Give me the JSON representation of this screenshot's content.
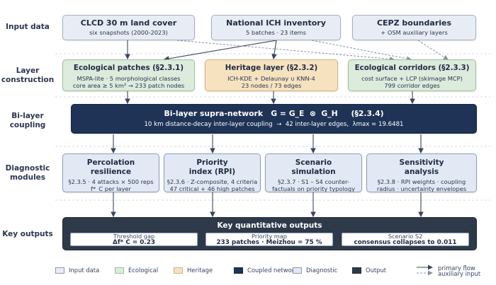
{
  "rows": {
    "input": "Input data",
    "layer": "Layer construction",
    "bilayer": "Bi-layer coupling",
    "diagnostic": "Diagnostic modules",
    "key": "Key outputs"
  },
  "inputs": {
    "clcd": {
      "title": "CLCD 30 m land cover",
      "sub": "six snapshots (2000-2023)"
    },
    "ich": {
      "title": "National ICH inventory",
      "sub": "5 batches · 23 items"
    },
    "cepz": {
      "title": "CEPZ boundaries",
      "sub": "+ OSM auxiliary layers"
    }
  },
  "layers": {
    "eco": {
      "title": "Ecological patches  (§2.3.1)",
      "sub1": "MSPA-lite · 5 morphological classes",
      "sub2": "core area ≥ 5 km²  →  233 patch nodes"
    },
    "her": {
      "title": "Heritage layer  (§2.3.2)",
      "sub1": "ICH-KDE + Delaunay ∪ KNN-4",
      "sub2": "23 nodes  /  73 edges"
    },
    "cor": {
      "title": "Ecological corridors  (§2.3.3)",
      "sub1": "cost surface + LCP (skimage MCP)",
      "sub2": "799 corridor edges"
    }
  },
  "supra": {
    "title": "Bi-layer supra-network   G = G_E  ⊗  G_H     (§2.3.4)",
    "sub": "10 km distance-decay inter-layer coupling  →  42 inter-layer edges,  λmax = 19.6481"
  },
  "diagnostics": [
    {
      "title1": "Percolation",
      "title2": "resilience",
      "sub1": "§2.3.5 · 4 attacks × 500 reps",
      "sub2": "f*_C  per layer"
    },
    {
      "title1": "Priority",
      "title2": "index  (RPI)",
      "sub1": "§2.3.6 · Z-composite, 4 criteria",
      "sub2": "47 critical + 46 high patches"
    },
    {
      "title1": "Scenario",
      "title2": "simulation",
      "sub1": "§2.3.7 · S1 – S4 counter-",
      "sub2": "factuals on priority typology"
    },
    {
      "title1": "Sensitivity",
      "title2": "analysis",
      "sub1": "§2.3.8 · RPI weights · coupling",
      "sub2": "radius · uncertainty envelopes"
    }
  ],
  "outputs": {
    "title": "Key quantitative outputs",
    "items": [
      {
        "label": "Threshold gap",
        "value": "Δf* C = 0.23"
      },
      {
        "label": "Priority map",
        "value": "233 patches · Meizhou = 75 %"
      },
      {
        "label": "Scenario S2",
        "value": "consensus collapses to 0.011"
      }
    ]
  },
  "legend": {
    "input": "Input data",
    "eco": "Ecological",
    "her": "Heritage",
    "coupled": "Coupled network",
    "diag": "Diagnostic",
    "output": "Output",
    "primary": "primary flow",
    "aux": "auxiliary input"
  },
  "colors": {
    "input": "#e8ecf4",
    "ecological": "#dcebdc",
    "heritage": "#f7e2bf",
    "coupled": "#1e3356",
    "diagnostic": "#e2e9f4",
    "output": "#2e3a4a"
  }
}
